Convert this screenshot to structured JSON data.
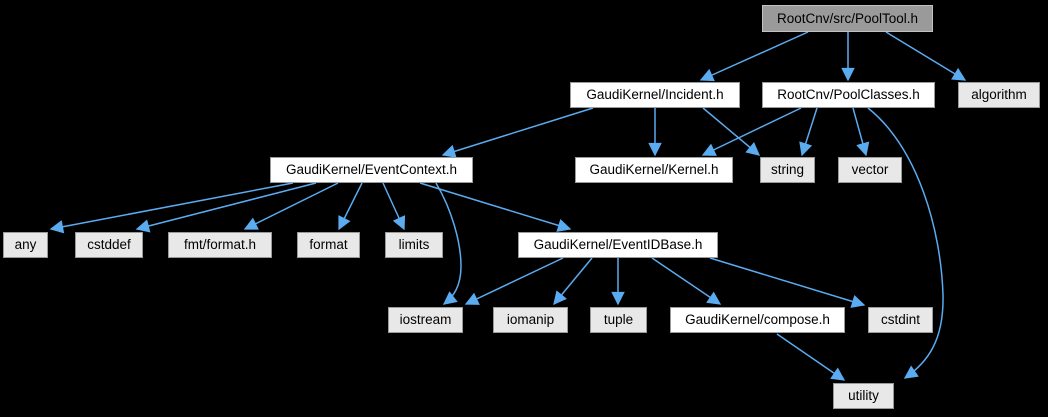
{
  "diagram_type": "include-dependency-graph",
  "colors": {
    "background": "#000000",
    "edge": "#5aabf0",
    "node_border": "#9a9a9a",
    "internal_fill": "#ffffff",
    "leaf_fill": "#e8e8e8",
    "root_fill": "#9a9a9a",
    "root_border": "#c2c2c2",
    "text": "#000000"
  },
  "nodes": {
    "pooltool": {
      "label": "RootCnv/src/PoolTool.h",
      "kind": "root"
    },
    "incident": {
      "label": "GaudiKernel/Incident.h",
      "kind": "internal"
    },
    "poolclasses": {
      "label": "RootCnv/PoolClasses.h",
      "kind": "internal"
    },
    "algorithm": {
      "label": "algorithm",
      "kind": "leaf"
    },
    "eventcontext": {
      "label": "GaudiKernel/EventContext.h",
      "kind": "internal"
    },
    "kernel": {
      "label": "GaudiKernel/Kernel.h",
      "kind": "internal"
    },
    "string": {
      "label": "string",
      "kind": "leaf"
    },
    "vector": {
      "label": "vector",
      "kind": "leaf"
    },
    "any": {
      "label": "any",
      "kind": "leaf"
    },
    "cstddef": {
      "label": "cstddef",
      "kind": "leaf"
    },
    "fmtformat": {
      "label": "fmt/format.h",
      "kind": "leaf"
    },
    "format": {
      "label": "format",
      "kind": "leaf"
    },
    "limits": {
      "label": "limits",
      "kind": "leaf"
    },
    "eventidbase": {
      "label": "GaudiKernel/EventIDBase.h",
      "kind": "internal"
    },
    "iostream": {
      "label": "iostream",
      "kind": "leaf"
    },
    "iomanip": {
      "label": "iomanip",
      "kind": "leaf"
    },
    "tuple": {
      "label": "tuple",
      "kind": "leaf"
    },
    "compose": {
      "label": "GaudiKernel/compose.h",
      "kind": "internal"
    },
    "cstdint": {
      "label": "cstdint",
      "kind": "leaf"
    },
    "utility": {
      "label": "utility",
      "kind": "leaf"
    }
  },
  "edges": [
    {
      "from": "pooltool",
      "to": "incident"
    },
    {
      "from": "pooltool",
      "to": "poolclasses"
    },
    {
      "from": "pooltool",
      "to": "algorithm"
    },
    {
      "from": "incident",
      "to": "eventcontext"
    },
    {
      "from": "incident",
      "to": "kernel"
    },
    {
      "from": "incident",
      "to": "string"
    },
    {
      "from": "poolclasses",
      "to": "kernel"
    },
    {
      "from": "poolclasses",
      "to": "string"
    },
    {
      "from": "poolclasses",
      "to": "vector"
    },
    {
      "from": "poolclasses",
      "to": "utility"
    },
    {
      "from": "eventcontext",
      "to": "any"
    },
    {
      "from": "eventcontext",
      "to": "cstddef"
    },
    {
      "from": "eventcontext",
      "to": "fmtformat"
    },
    {
      "from": "eventcontext",
      "to": "format"
    },
    {
      "from": "eventcontext",
      "to": "limits"
    },
    {
      "from": "eventcontext",
      "to": "iostream"
    },
    {
      "from": "eventcontext",
      "to": "eventidbase"
    },
    {
      "from": "eventidbase",
      "to": "iostream"
    },
    {
      "from": "eventidbase",
      "to": "iomanip"
    },
    {
      "from": "eventidbase",
      "to": "tuple"
    },
    {
      "from": "eventidbase",
      "to": "compose"
    },
    {
      "from": "eventidbase",
      "to": "cstdint"
    },
    {
      "from": "compose",
      "to": "utility"
    }
  ]
}
